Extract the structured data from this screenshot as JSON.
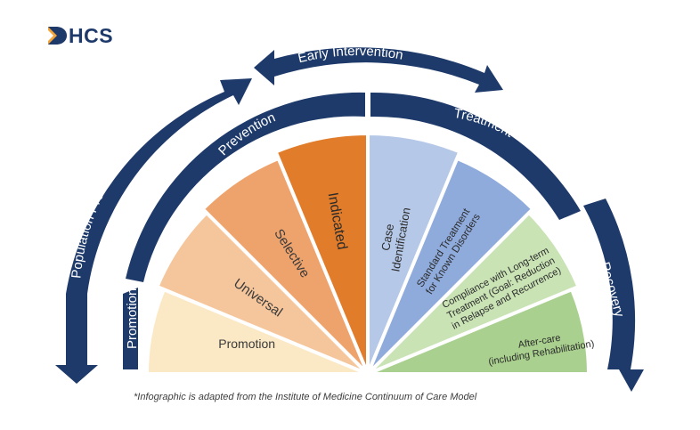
{
  "logo": {
    "text": "HCS"
  },
  "arrows": {
    "early_intervention": "Early Intervention",
    "population_prevention": "Population Prevention"
  },
  "bands": {
    "promotion": "Promotion",
    "prevention": "Prevention",
    "treatment": "Treatment",
    "recovery": "Recovery"
  },
  "wedges": [
    {
      "key": "promotion",
      "lines": [
        "Promotion"
      ],
      "color": "#fbe8c4",
      "text_color": "#3a3a3a"
    },
    {
      "key": "universal",
      "lines": [
        "Universal"
      ],
      "color": "#f5c59b",
      "text_color": "#3a3a3a"
    },
    {
      "key": "selective",
      "lines": [
        "Selective"
      ],
      "color": "#eea36d",
      "text_color": "#3a3a3a"
    },
    {
      "key": "indicated",
      "lines": [
        "Indicated"
      ],
      "color": "#e07c2a",
      "text_color": "#2b2b2b"
    },
    {
      "key": "case-identification",
      "lines": [
        "Case",
        "Identification"
      ],
      "color": "#b5c8e8",
      "text_color": "#2b2b2b"
    },
    {
      "key": "standard-treatment",
      "lines": [
        "Standard Treatment",
        "for Known Disorders"
      ],
      "color": "#8fabdc",
      "text_color": "#2b2b2b"
    },
    {
      "key": "compliance",
      "lines": [
        "Compliance with Long-term",
        "Treatment (Goal: Reduction",
        "in Relapse and Recurrence)"
      ],
      "color": "#c9e3b5",
      "text_color": "#2b2b2b"
    },
    {
      "key": "after-care",
      "lines": [
        "After-care",
        "(including Rehabilitation)"
      ],
      "color": "#a9d08e",
      "text_color": "#2b2b2b"
    }
  ],
  "footnote": "*Infographic is adapted from the Institute of Medicine Continuum of Care Model",
  "colors": {
    "navy": "#1e3a6a",
    "logo_mark": "#1e3a6a",
    "logo_accent": "#f0a43a"
  }
}
